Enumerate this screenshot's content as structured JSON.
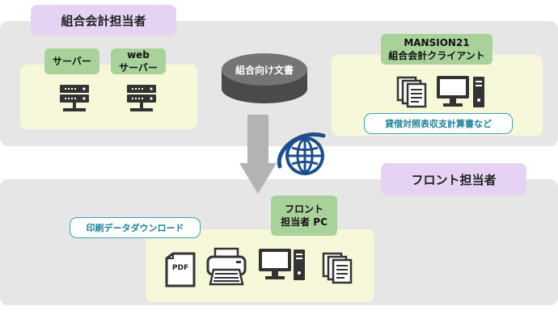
{
  "accounting_section": {
    "role_label": "組合会計担当者",
    "server_label": "サーバー",
    "web_server_label_line1": "web",
    "web_server_label_line2": "サーバー",
    "client_label_line1": "MANSION21",
    "client_label_line2": "組合会計クライアント",
    "client_note": "貸借対照表収支計算書など"
  },
  "center": {
    "document_label": "組合向け文書"
  },
  "front_section": {
    "role_label": "フロント担当者",
    "pc_label_line1": "フロント",
    "pc_label_line2": "担当者 PC",
    "download_note": "印刷データダウンロード",
    "pdf_icon_text": "PDF"
  },
  "colors": {
    "band": "#e6e6e6",
    "role": "#e6d3f4",
    "panel": "#f7f7d9",
    "tag": "#a9d19a",
    "pill_border": "#3aa0b8",
    "globe": "#1f4f8a",
    "icon": "#333333"
  },
  "icons": [
    "server-icon",
    "document-stack-icon",
    "globe-icon",
    "arrow-down-icon",
    "monitor-icon",
    "pc-tower-icon",
    "pdf-icon",
    "printer-icon"
  ]
}
